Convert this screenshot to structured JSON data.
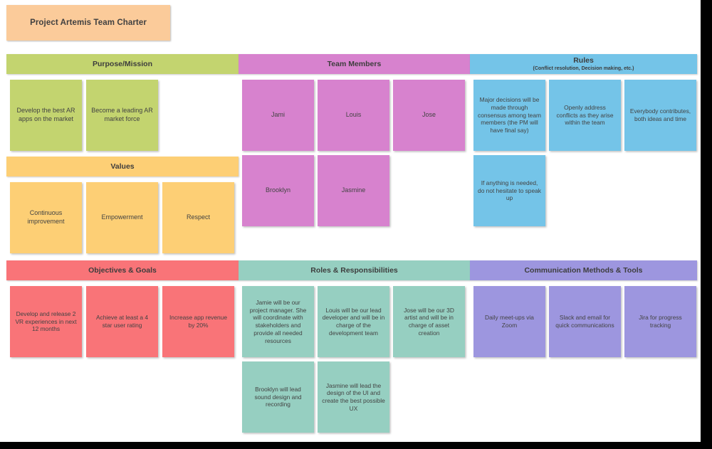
{
  "title": {
    "text": "Project Artemis Team Charter",
    "color": "#fbcb9a"
  },
  "colors": {
    "purpose": "#c3d46f",
    "values": "#fdcf75",
    "objectives": "#f97478",
    "team_members": "#d782ce",
    "roles": "#96cfc1",
    "rules": "#74c4e8",
    "communication": "#9d96df",
    "board_background": "#ffffff",
    "canvas_border": "#000000",
    "text": "#434343"
  },
  "sections": [
    {
      "id": "purpose-mission",
      "title": "Purpose/Mission",
      "subtitle": "",
      "color": "#c3d46f",
      "cards": [
        {
          "text": "Develop the best AR apps on the market"
        },
        {
          "text": "Become a leading AR market force"
        }
      ]
    },
    {
      "id": "values",
      "title": "Values",
      "subtitle": "",
      "color": "#fdcf75",
      "cards": [
        {
          "text": "Continuous improvement"
        },
        {
          "text": "Empowerment"
        },
        {
          "text": "Respect"
        }
      ]
    },
    {
      "id": "objectives-goals",
      "title": "Objectives & Goals",
      "subtitle": "",
      "color": "#f97478",
      "cards": [
        {
          "text": "Develop and release 2 VR experiences in next 12 months"
        },
        {
          "text": "Achieve at least a 4 star user rating"
        },
        {
          "text": "Increase app revenue by 20%"
        }
      ]
    },
    {
      "id": "team-members",
      "title": "Team Members",
      "subtitle": "",
      "color": "#d782ce",
      "cards": [
        {
          "text": "Jami"
        },
        {
          "text": "Louis"
        },
        {
          "text": "Jose"
        },
        {
          "text": "Brooklyn"
        },
        {
          "text": "Jasmine"
        }
      ]
    },
    {
      "id": "roles-responsibilities",
      "title": "Roles & Responsibilities",
      "subtitle": "",
      "color": "#96cfc1",
      "cards": [
        {
          "text": "Jamie will be our project manager. She will coordinate with stakeholders and provide all needed resources"
        },
        {
          "text": "Louis will be our lead developer and will be in charge of the development team"
        },
        {
          "text": "Jose will be our 3D artist and will be in charge of asset creation"
        },
        {
          "text": "Brooklyn will lead sound design and recording"
        },
        {
          "text": "Jasmine will lead the design of the UI and create the best possible UX"
        }
      ]
    },
    {
      "id": "rules",
      "title": "Rules",
      "subtitle": "(Conflict resolution, Decision making, etc.)",
      "color": "#74c4e8",
      "cards": [
        {
          "text": "Major decisions will be made through consensus among team members (the PM will have final say)"
        },
        {
          "text": "Openly address conflicts as they arise within the team"
        },
        {
          "text": "Everybody contributes, both ideas and time"
        },
        {
          "text": "If anything is needed, do not hesitate to speak up"
        }
      ]
    },
    {
      "id": "communication-methods-tools",
      "title": "Communication Methods & Tools",
      "subtitle": "",
      "color": "#9d96df",
      "cards": [
        {
          "text": "Daily meet-ups via Zoom"
        },
        {
          "text": "Slack and email for quick communications"
        },
        {
          "text": "Jira for progress tracking"
        }
      ]
    }
  ]
}
